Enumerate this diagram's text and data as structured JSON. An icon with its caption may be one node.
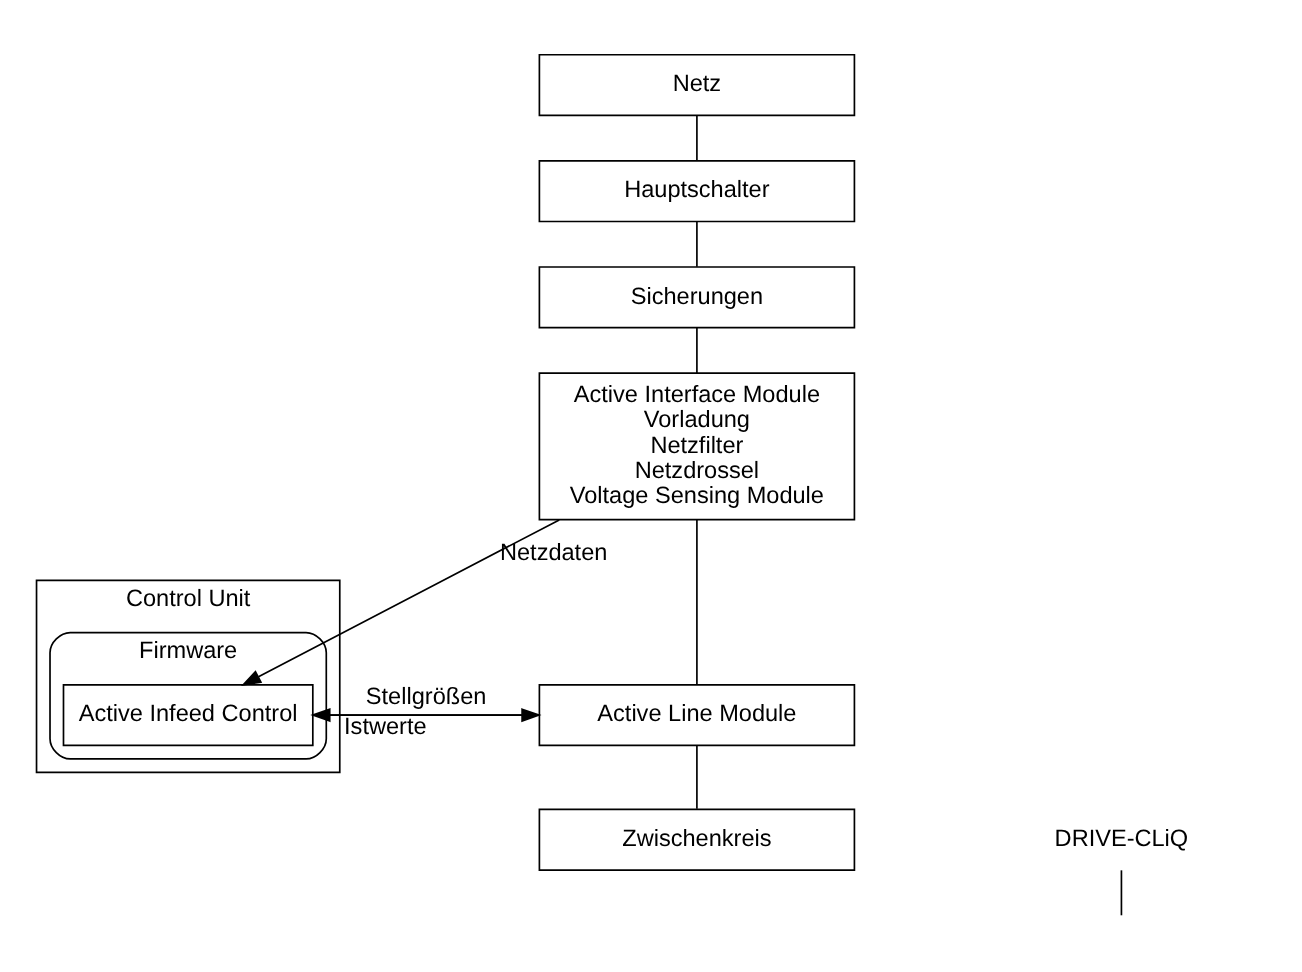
{
  "diagram": {
    "nodes": [
      {
        "text": [
          "Control Unit"
        ]
      },
      {
        "text": [
          "Firmware"
        ],
        "in": 0
      },
      {
        "text": [
          "Active Infeed Control"
        ],
        "in": 1
      },
      {
        "text": [
          "Netz"
        ]
      },
      {
        "text": [
          "Hauptschalter"
        ]
      },
      {
        "text": [
          "Sicherungen"
        ]
      },
      {
        "text": [
          "Active Interface Module",
          "Vorladung",
          "Netzfilter",
          "Netzdrossel",
          "Voltage Sensing Module"
        ]
      },
      {
        "text": [
          "Active Line Module"
        ]
      },
      {
        "text": [
          "Zwischenkreis"
        ]
      },
      {
        "text": [
          "DRIVE-CLiQ"
        ]
      }
    ],
    "edges": [
      {
        "from": 3,
        "to": 4,
        "arrow": "none"
      },
      {
        "from": 4,
        "to": 5,
        "arrow": "none"
      },
      {
        "from": 5,
        "to": 6,
        "arrow": "none"
      },
      {
        "from": 6,
        "to": 2,
        "arrow": "to",
        "label": "Netzdaten"
      },
      {
        "from": 2,
        "to": 7,
        "arrow": "to",
        "label": "Stellgrößen"
      },
      {
        "from": 7,
        "to": 2,
        "arrow": "to",
        "label": "Istwerte"
      },
      {
        "from": 6,
        "to": 7,
        "arrow": "none"
      },
      {
        "from": 7,
        "to": 8,
        "arrow": "none"
      },
      {
        "from": 9,
        "to": null,
        "arrow": "none"
      }
    ]
  }
}
